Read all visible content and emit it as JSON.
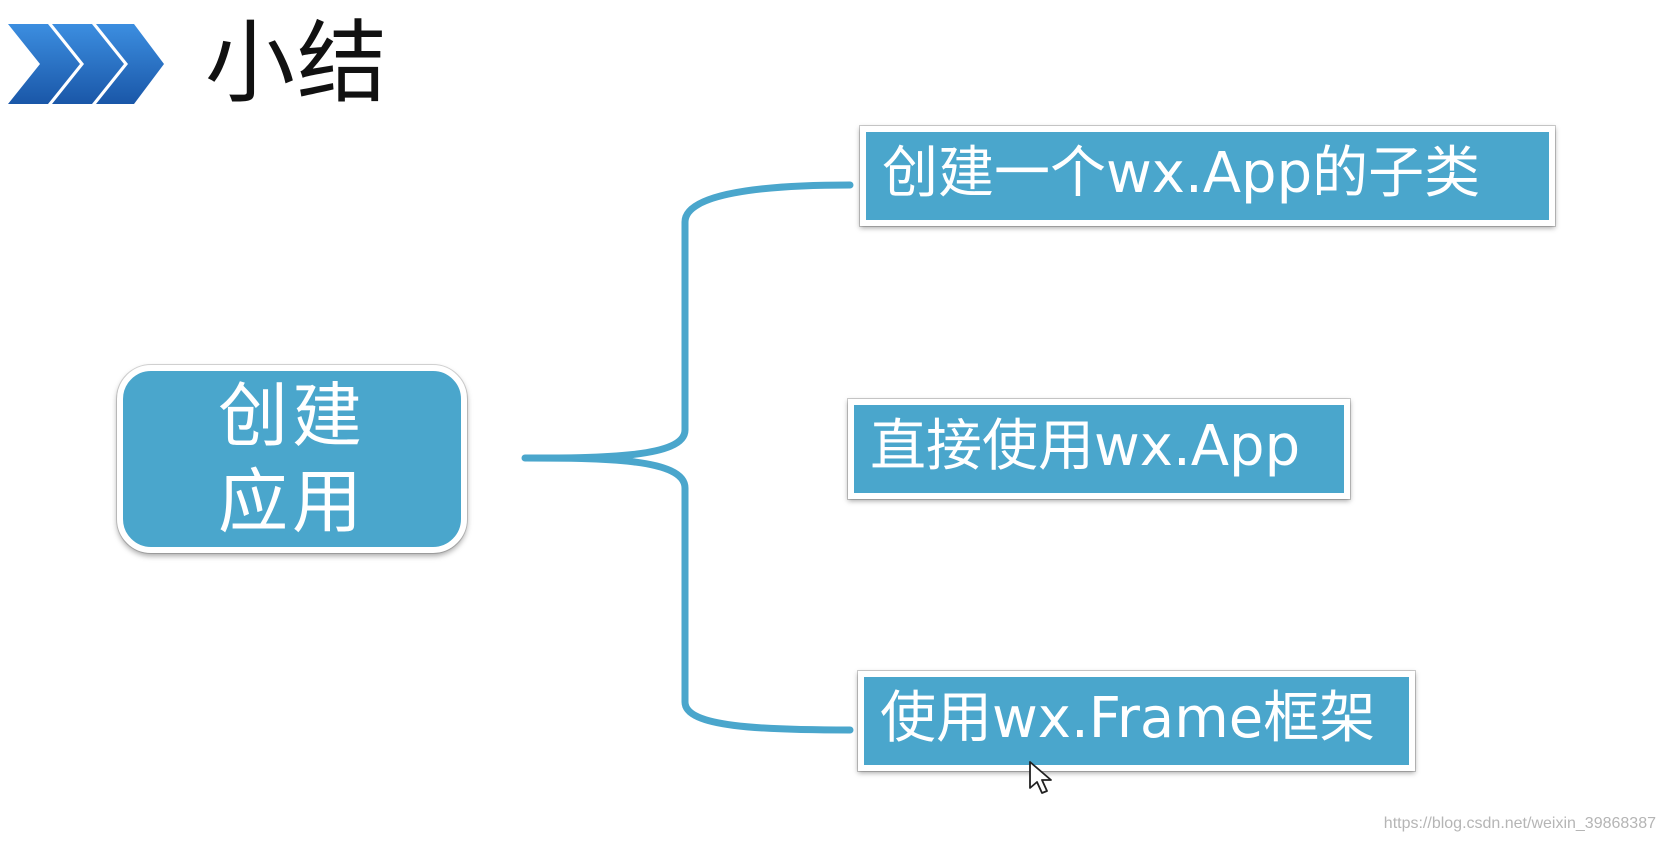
{
  "title": "小结",
  "root": {
    "line1": "创建",
    "line2": "应用"
  },
  "branches": [
    {
      "label": "创建一个wx.App的子类"
    },
    {
      "label": "直接使用wx.App"
    },
    {
      "label": "使用wx.Frame框架"
    }
  ],
  "watermark": "https://blog.csdn.net/weixin_39868387",
  "colors": {
    "node_fill": "#4aa6cc",
    "connector": "#4aa6cc",
    "chevron": "#1f66b8"
  }
}
